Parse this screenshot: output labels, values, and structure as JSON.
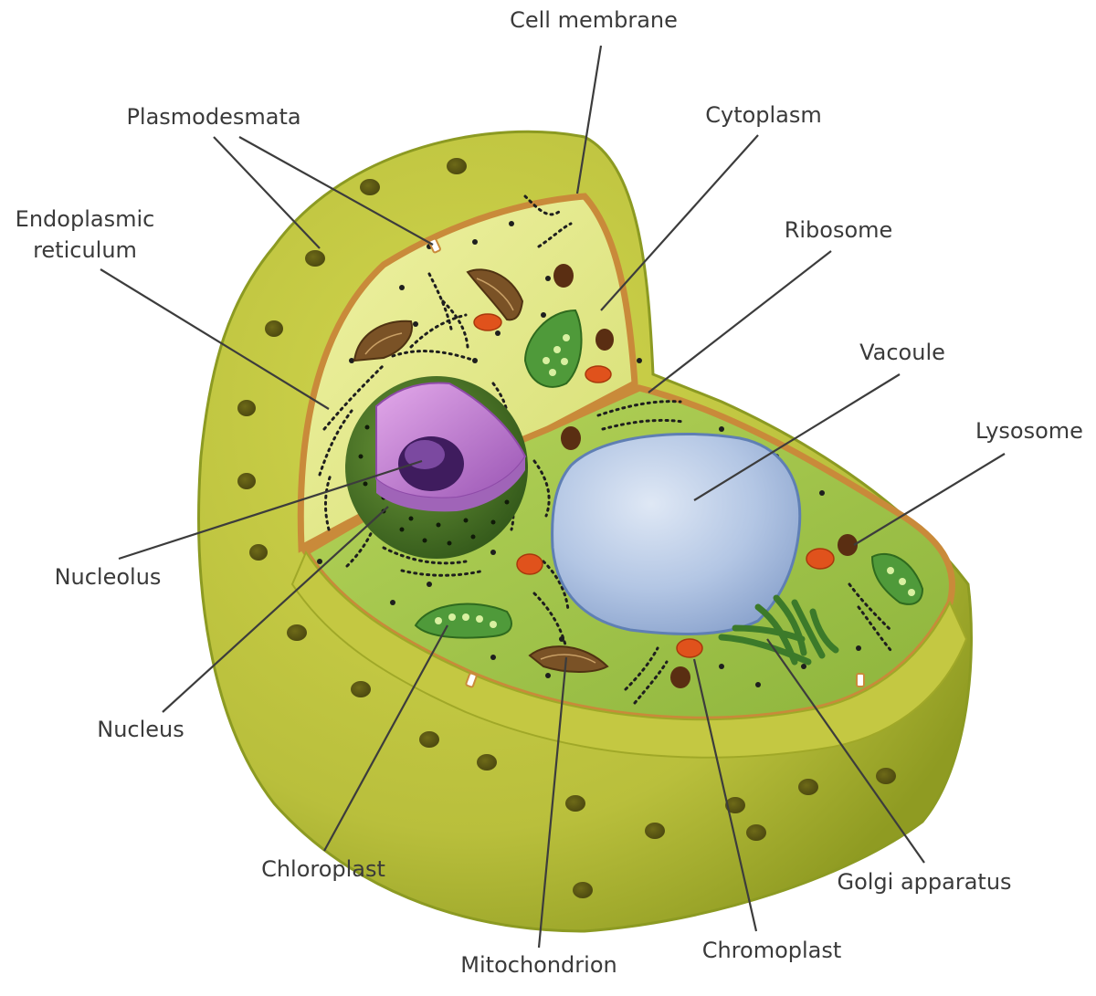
{
  "labels": {
    "cell_membrane": "Cell membrane",
    "plasmodesmata": "Plasmodesmata",
    "cytoplasm": "Cytoplasm",
    "endoplasmic_reticulum_1": "Endoplasmic",
    "endoplasmic_reticulum_2": "reticulum",
    "ribosome": "Ribosome",
    "vacoule": "Vacoule",
    "lysosome": "Lysosome",
    "nucleolus": "Nucleolus",
    "nucleus": "Nucleus",
    "chloroplast": "Chloroplast",
    "mitochondrion": "Mitochondrion",
    "chromoplast": "Chromoplast",
    "golgi_apparatus": "Golgi apparatus"
  },
  "colors": {
    "wall_outer": "#b9bf3c",
    "wall_dark": "#8c9a22",
    "membrane": "#c98a3a",
    "cytoplasm_back": "#e6ea8c",
    "cytoplasm_floor": "#9cc24a",
    "nucleus_shell": "#4f7a2a",
    "nucleus_cut": "#b478c8",
    "nucleolus": "#5b2d7a",
    "vacuole": "#a9bfe0",
    "chloroplast": "#4f9a3a",
    "mitochondrion": "#7a5226",
    "chromoplast": "#e0521c",
    "golgi": "#4d8a3a",
    "leader_line": "#3c3c3c",
    "label_text": "#3a3a3a"
  }
}
